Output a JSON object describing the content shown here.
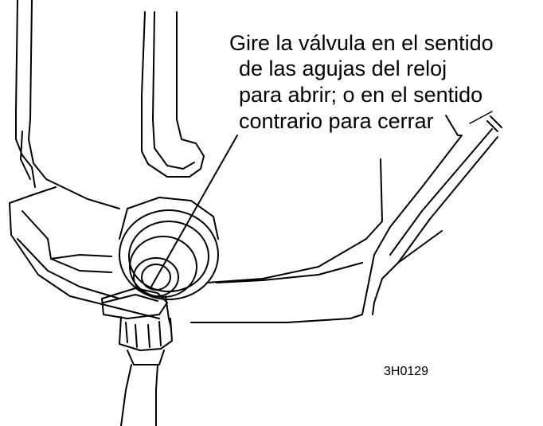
{
  "callout": {
    "lines": [
      "Gire la válvula en el sentido",
      "de las agujas del reloj",
      "para abrir; o en el sentido",
      "contrario para cerrar"
    ]
  },
  "figure_code": "3H0129",
  "colors": {
    "ink": "#000000",
    "background": "#ffffff"
  }
}
